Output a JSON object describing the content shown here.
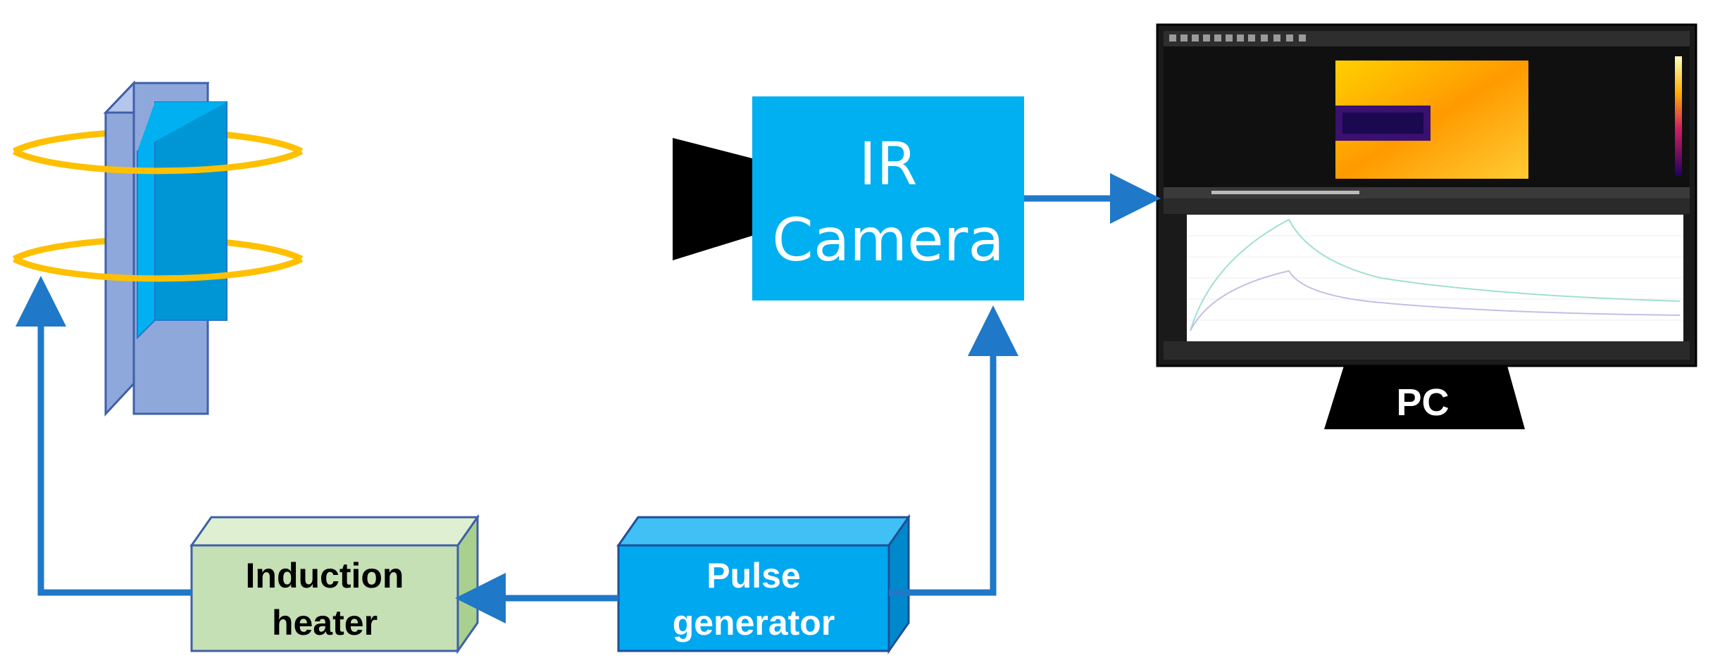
{
  "diagram": {
    "camera_label_line1": "IR",
    "camera_label_line2": "Camera",
    "pc_label": "PC",
    "heater_label_line1": "Induction",
    "heater_label_line2": "heater",
    "pulse_label_line1": "Pulse",
    "pulse_label_line2": "generator"
  },
  "colors": {
    "arrow": "#1f78c8",
    "camera_box": "#00b0f0",
    "heater_box": "#c5e0b4",
    "pulse_box": "#00a8f0",
    "coil": "#ffc000",
    "plate": "#8fa8dc",
    "sample": "#00b0f0"
  }
}
